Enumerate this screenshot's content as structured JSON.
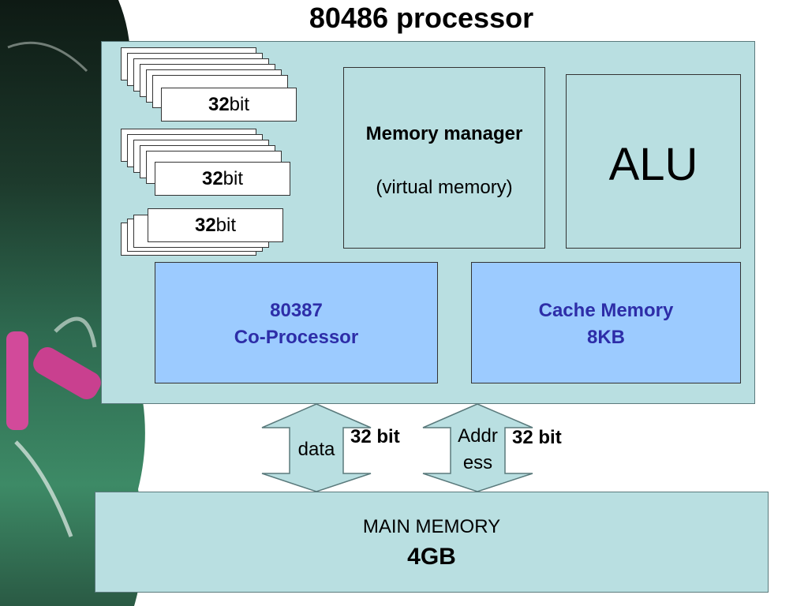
{
  "title": "80486 processor",
  "registers": {
    "group1_label_bold": "32",
    "group1_label_rest": "bit",
    "group2_label_bold": "32",
    "group2_label_rest": " bit",
    "group3_label_bold": "32",
    "group3_label_rest": " bit"
  },
  "memory_manager": {
    "title": "Memory manager",
    "subtitle": "(virtual memory)"
  },
  "alu": {
    "label": "ALU"
  },
  "coprocessor": {
    "line1": "80387",
    "line2": "Co-Processor"
  },
  "cache": {
    "line1": "Cache Memory",
    "line2": "8KB"
  },
  "buses": {
    "data_label": "data",
    "data_width": "32 bit",
    "address_label_line1": "Addr",
    "address_label_line2": "ess",
    "address_width": "32 bit"
  },
  "main_memory": {
    "line1": "MAIN MEMORY",
    "line2": "4GB"
  },
  "colors": {
    "cpu_fill": "#b9dfe1",
    "unit_fill": "#9ccbff",
    "unit_text": "#2d2da8"
  }
}
